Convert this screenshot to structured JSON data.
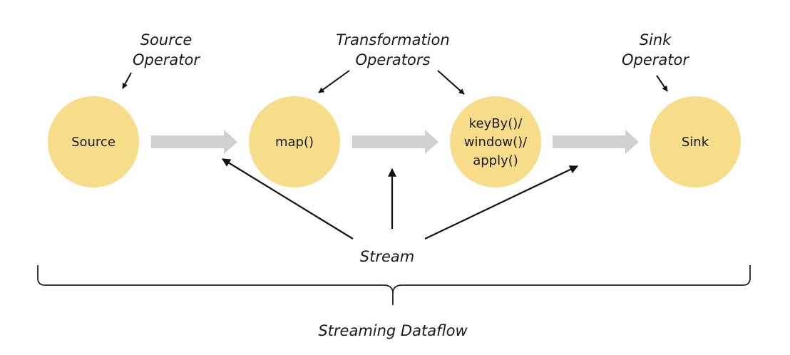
{
  "nodes": {
    "source": {
      "label": "Source"
    },
    "map": {
      "label": "map()"
    },
    "keyby": {
      "lines": [
        "keyBy()/",
        "window()/",
        "apply()"
      ]
    },
    "sink": {
      "label": "Sink"
    }
  },
  "captions": {
    "source_operator": [
      "Source",
      "Operator"
    ],
    "transformation_operators": [
      "Transformation",
      "Operators"
    ],
    "sink_operator": [
      "Sink",
      "Operator"
    ],
    "stream": "Stream",
    "streaming_dataflow": "Streaming Dataflow"
  },
  "colors": {
    "node_fill": "#f7dc8a",
    "flow_arrow": "#d0d0d0",
    "ink": "#111111"
  }
}
